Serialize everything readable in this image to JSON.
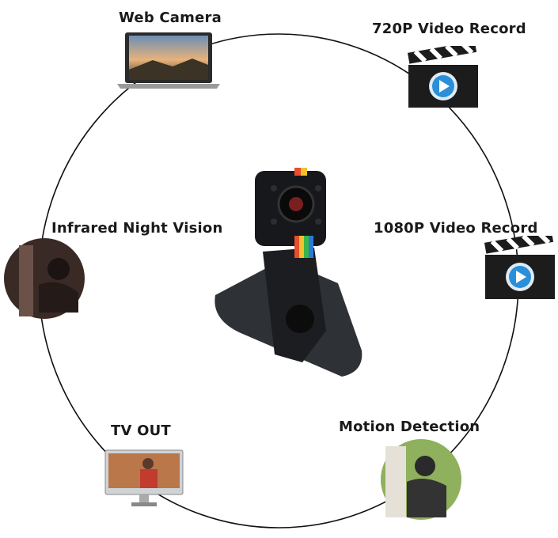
{
  "features": {
    "web_camera": "Web Camera",
    "video_720p": "720P Video Record",
    "night_vision": "Infrared Night Vision",
    "video_1080p": "1080P Video Record",
    "tv_out": "TV OUT",
    "motion_detection": "Motion Detection"
  },
  "colors": {
    "ring": "#111111",
    "play": "#2a8fd8",
    "clapper": "#1c1c1c"
  }
}
